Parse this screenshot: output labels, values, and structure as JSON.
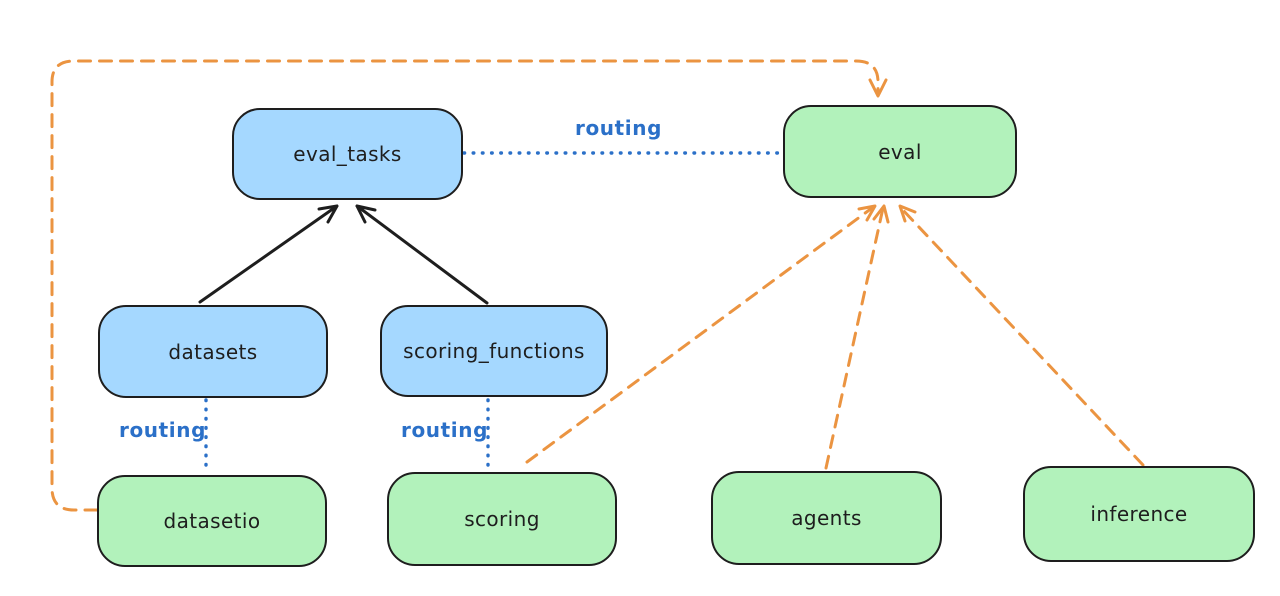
{
  "diagram": {
    "background": "#ffffff",
    "nodes": {
      "eval_tasks": {
        "label": "eval_tasks",
        "color": "#a5d8ff"
      },
      "datasets": {
        "label": "datasets",
        "color": "#a5d8ff"
      },
      "scoring_functions": {
        "label": "scoring_functions",
        "color": "#a5d8ff"
      },
      "eval": {
        "label": "eval",
        "color": "#b2f2bb"
      },
      "datasetio": {
        "label": "datasetio",
        "color": "#b2f2bb"
      },
      "scoring": {
        "label": "scoring",
        "color": "#b2f2bb"
      },
      "agents": {
        "label": "agents",
        "color": "#b2f2bb"
      },
      "inference": {
        "label": "inference",
        "color": "#b2f2bb"
      }
    },
    "edges": [
      {
        "from": "eval_tasks",
        "to": "eval",
        "label": "routing",
        "style": "dotted",
        "color": "#2b70c8"
      },
      {
        "from": "datasets",
        "to": "datasetio",
        "label": "routing",
        "style": "dotted",
        "color": "#2b70c8"
      },
      {
        "from": "scoring_functions",
        "to": "scoring",
        "label": "routing",
        "style": "dotted",
        "color": "#2b70c8"
      },
      {
        "from": "datasets",
        "to": "eval_tasks",
        "label": "",
        "style": "solid-arrow",
        "color": "#1e1e1e"
      },
      {
        "from": "scoring_functions",
        "to": "eval_tasks",
        "label": "",
        "style": "solid-arrow",
        "color": "#1e1e1e"
      },
      {
        "from": "datasetio",
        "to": "eval",
        "label": "",
        "style": "dashed-arrow",
        "color": "#eb9441"
      },
      {
        "from": "scoring",
        "to": "eval",
        "label": "",
        "style": "dashed-arrow",
        "color": "#eb9441"
      },
      {
        "from": "agents",
        "to": "eval",
        "label": "",
        "style": "dashed-arrow",
        "color": "#eb9441"
      }
    ],
    "edges_extra": [
      {
        "from": "inference",
        "to": "eval",
        "label": "",
        "style": "dashed-arrow",
        "color": "#eb9441"
      }
    ],
    "colors": {
      "node_blue": "#a5d8ff",
      "node_green": "#b2f2bb",
      "border": "#1e1e1e",
      "routing_blue": "#2b70c8",
      "provider_orange": "#eb9441",
      "background": "#ffffff"
    }
  }
}
